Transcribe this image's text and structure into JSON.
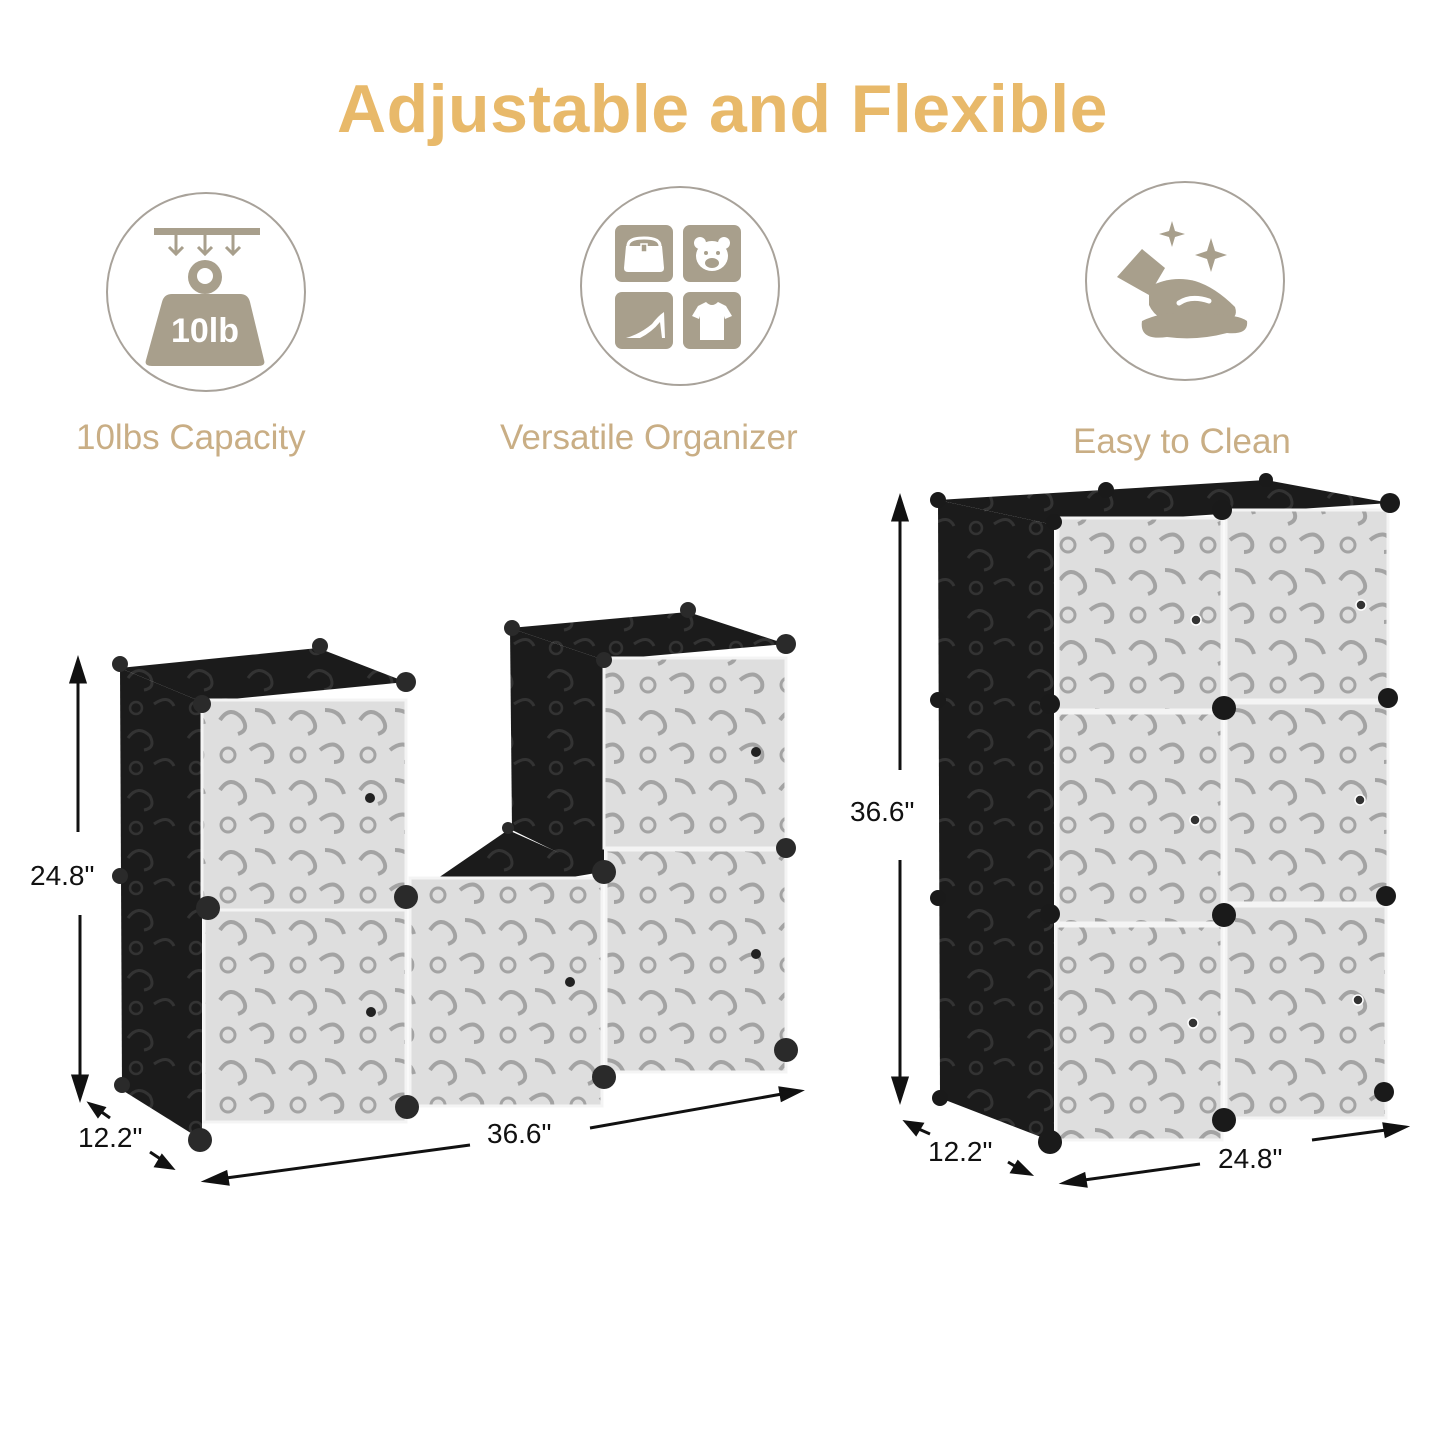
{
  "title": "Adjustable and Flexible",
  "colors": {
    "title": "#E8B96A",
    "caption": "#C9AE85",
    "icon": "#A89F8C",
    "circle_border": "#A8A29A",
    "cabinet_frame": "#1c1c1c",
    "door_panel": "#dcdcdc",
    "swirl": "#9a9a9a"
  },
  "features": [
    {
      "icon": "weight-icon",
      "icon_text": "10lb",
      "caption": "10lbs Capacity"
    },
    {
      "icon": "storage-items-icon",
      "icon_text": "",
      "caption": "Versatile Organizer"
    },
    {
      "icon": "cleaning-hand-icon",
      "icon_text": "",
      "caption": "Easy to Clean"
    }
  ],
  "configurations": [
    {
      "name": "step-shape",
      "cubes": 6,
      "dimensions": {
        "height": "24.8\"",
        "depth": "12.2\"",
        "width": "36.6\""
      }
    },
    {
      "name": "3x2-grid",
      "cubes": 6,
      "dimensions": {
        "height": "36.6\"",
        "depth": "12.2\"",
        "width": "24.8\""
      }
    }
  ]
}
